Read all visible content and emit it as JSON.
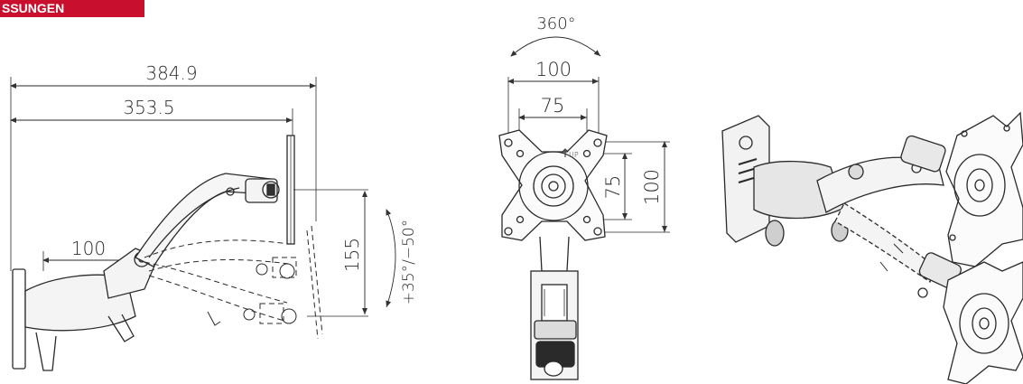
{
  "header": {
    "section_label": "SSUNGEN",
    "accent_color": "#c8102e"
  },
  "side_view": {
    "total_reach": "384.9",
    "arm_reach": "353.5",
    "wall_offset": "100",
    "height_adjust": "155",
    "tilt_range": "+35°/−50°"
  },
  "front_view": {
    "rotation": "360°",
    "vesa_large_width": "100",
    "vesa_small_width": "75",
    "vesa_small_height": "75",
    "vesa_large_height": "100",
    "up_marker": "UP"
  }
}
